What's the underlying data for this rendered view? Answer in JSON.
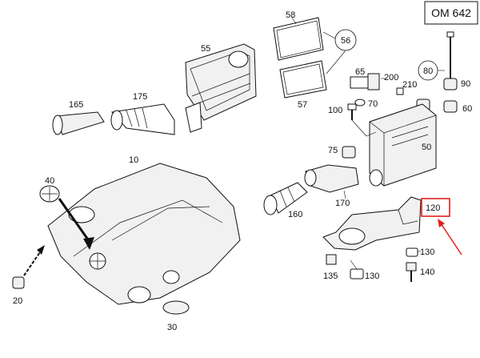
{
  "engine_code": "OM 642",
  "labels": {
    "p10": "10",
    "p20": "20",
    "p30": "30",
    "p40": "40",
    "p50": "50",
    "p55": "55",
    "p56": "56",
    "p57": "57",
    "p58": "58",
    "p60": "60",
    "p65": "65",
    "p70": "70",
    "p75": "75",
    "p80": "80",
    "p90": "90",
    "p100": "100",
    "p120": "120",
    "p130a": "130",
    "p130b": "130",
    "p135": "135",
    "p140": "140",
    "p160": "160",
    "p165": "165",
    "p170": "170",
    "p175": "175",
    "p200": "200",
    "p210": "210"
  },
  "highlight": {
    "part": "120",
    "box_color": "#e0201b",
    "arrow_color": "#e0201b"
  }
}
